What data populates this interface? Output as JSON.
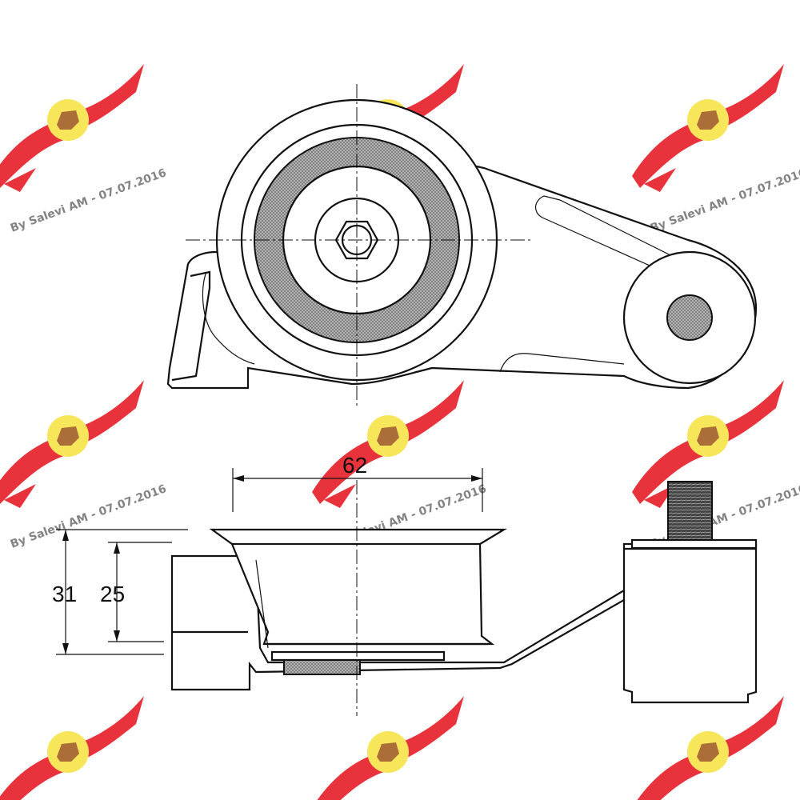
{
  "dimensions": {
    "width_label": "62",
    "outer_height_label": "31",
    "inner_height_label": "25"
  },
  "watermark": {
    "text": "By Salevi AM - 07.07.2016",
    "badge_color": "#e8333d",
    "disc_color": "#f7e65a"
  },
  "colors": {
    "line": "#111111",
    "background": "#ffffff"
  }
}
